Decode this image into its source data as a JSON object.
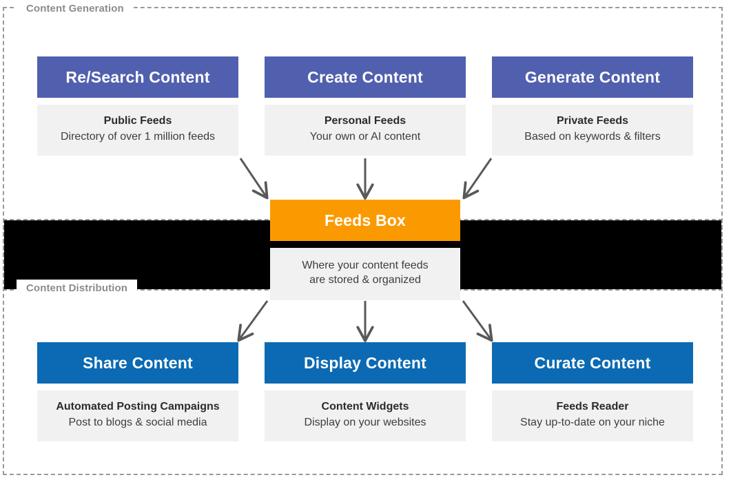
{
  "diagram": {
    "title": "Feeds Box content generation and distribution flow",
    "colors": {
      "generation_accent": "#5160ae",
      "distribution_accent": "#0b6ab3",
      "hub_accent": "#fb9a00",
      "card_body_bg": "#f1f1f1",
      "frame_border": "#999999",
      "label_text": "#8c8c8c",
      "arrow": "#595959",
      "band": "#000000"
    },
    "sections": [
      {
        "id": "generation",
        "label": "Content Generation"
      },
      {
        "id": "distribution",
        "label": "Content Distribution"
      }
    ],
    "generation_cards": [
      {
        "header": "Re/Search Content",
        "body_title": "Public Feeds",
        "body_sub": "Directory of over 1 million feeds"
      },
      {
        "header": "Create Content",
        "body_title": "Personal Feeds",
        "body_sub": "Your own or AI content"
      },
      {
        "header": "Generate Content",
        "body_title": "Private Feeds",
        "body_sub": "Based on keywords & filters"
      }
    ],
    "hub_card": {
      "header": "Feeds Box",
      "body_line_1": "Where your content feeds",
      "body_line_2": "are stored & organized"
    },
    "distribution_cards": [
      {
        "header": "Share Content",
        "body_title": "Automated Posting Campaigns",
        "body_sub": "Post to blogs & social media"
      },
      {
        "header": "Display Content",
        "body_title": "Content Widgets",
        "body_sub": "Display on your websites"
      },
      {
        "header": "Curate Content",
        "body_title": "Feeds Reader",
        "body_sub": "Stay up-to-date on your niche"
      }
    ],
    "arrows": {
      "inbound_count": 3,
      "outbound_count": 3,
      "inbound_description": "Three arrows flow from the generation cards down into Feeds Box",
      "outbound_description": "Three arrows flow from Feeds Box down out to the distribution cards"
    }
  }
}
